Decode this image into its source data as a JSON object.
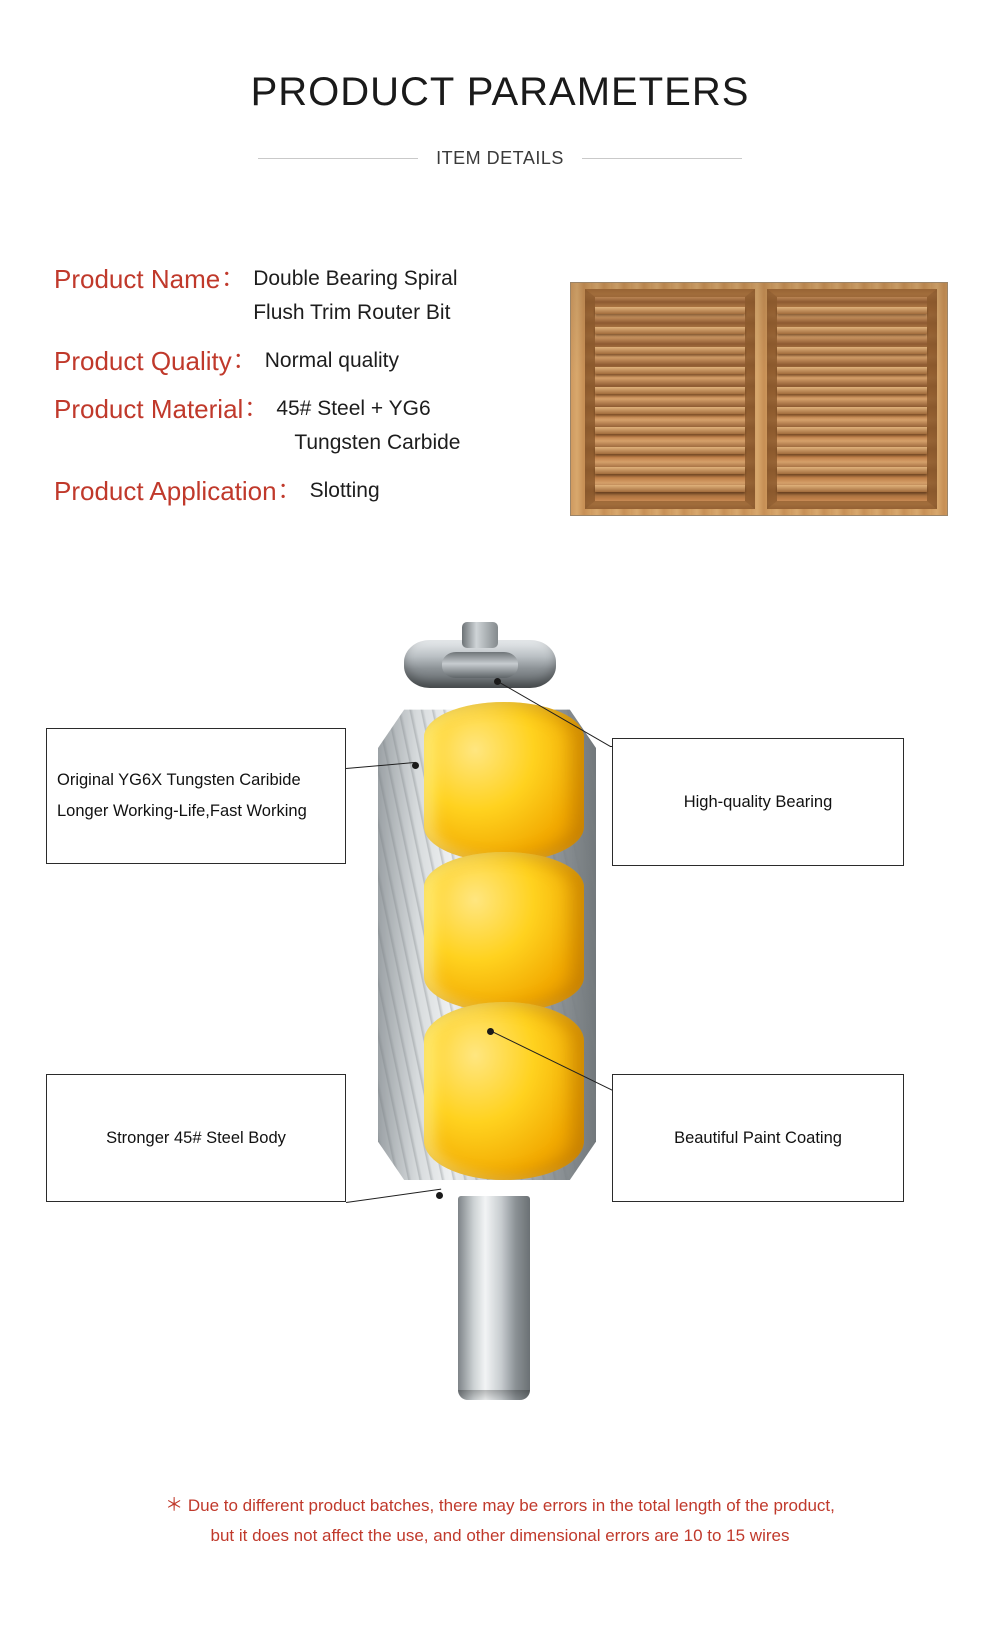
{
  "header": {
    "title": "PRODUCT PARAMETERS",
    "subtitle": "ITEM DETAILS"
  },
  "specs": [
    {
      "label": "Product Name",
      "colon": "：",
      "value_lines": [
        "Double Bearing Spiral",
        "Flush Trim Router Bit"
      ]
    },
    {
      "label": "Product Quality",
      "colon": "：",
      "value_lines": [
        "Normal quality"
      ]
    },
    {
      "label": "Product Material",
      "colon": "：",
      "value_lines": [
        "45# Steel + YG6",
        "Tungsten Carbide"
      ]
    },
    {
      "label": "Product Application",
      "colon": "：",
      "value_lines": [
        "Slotting"
      ]
    }
  ],
  "photo": {
    "alt": "wooden-louver-shutter-photo"
  },
  "callouts": {
    "carbide": {
      "line1": "Original YG6X Tungsten Caribide",
      "line2": "Longer Working-Life,Fast Working"
    },
    "bearing": {
      "line1": "High-quality Bearing"
    },
    "steel_body": {
      "line1": "Stronger 45# Steel Body"
    },
    "paint": {
      "line1": "Beautiful Paint Coating"
    }
  },
  "note": {
    "star": "＊",
    "line1": "Due to different product batches, there may be errors in the total length of the product,",
    "line2": "but it does not affect the use, and other dimensional errors are 10 to 15 wires"
  },
  "colors": {
    "accent_red": "#c0392b",
    "body_yellow": "#ffd21f",
    "steel_gray": "#b9bfc3",
    "text": "#1d1d1d"
  }
}
